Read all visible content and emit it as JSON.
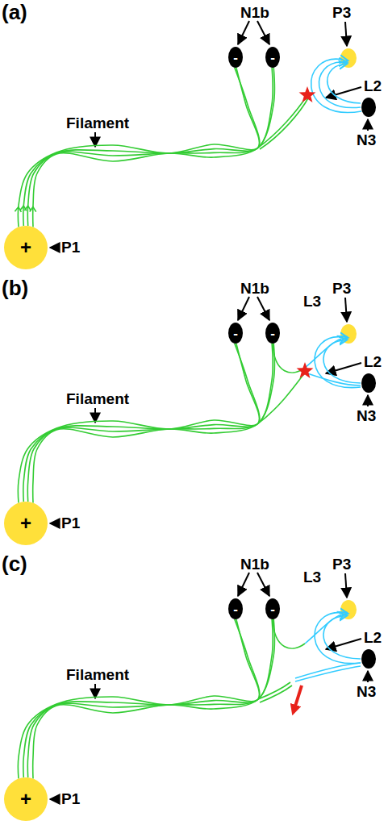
{
  "diagram": {
    "nodes": [
      {
        "text": [
          "-"
        ]
      },
      {
        "text": [
          "-"
        ]
      },
      {
        "text": [
          "+"
        ]
      },
      {
        "text": [
          "-"
        ]
      },
      {
        "text": [
          "-"
        ]
      },
      {
        "text": [
          "+"
        ]
      },
      {
        "text": [
          "-"
        ]
      },
      {
        "text": [
          "-"
        ]
      },
      {
        "text": [
          "+"
        ]
      }
    ],
    "edges": [
      {
        "from": 2,
        "to": 0,
        "arrow": "to"
      },
      {
        "from": 2,
        "to": 1,
        "arrow": "to"
      },
      {
        "from": 5,
        "to": 3,
        "arrow": "none"
      },
      {
        "from": 5,
        "to": 4,
        "arrow": "none"
      },
      {
        "from": 8,
        "to": 6,
        "arrow": "none"
      },
      {
        "from": 8,
        "to": 7,
        "arrow": "none"
      }
    ],
    "labels": [
      "(a)",
      "N1b",
      "P3",
      "Filament",
      "L2",
      "N3",
      "P1",
      "(b)",
      "N1b",
      "L3",
      "P3",
      "Filament",
      "L2",
      "N3",
      "P1",
      "(c)",
      "N1b",
      "L3",
      "P3",
      "Filament",
      "L2",
      "N3",
      "P1"
    ]
  }
}
